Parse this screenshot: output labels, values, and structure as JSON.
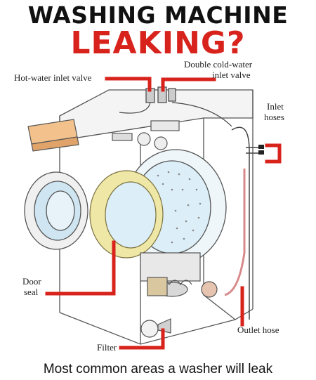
{
  "header": {
    "title_line1": "WASHING MACHINE",
    "title_line2": "LEAKING?"
  },
  "labels": {
    "hot_valve": "Hot-water inlet valve",
    "cold_valve_line1": "Double cold-water",
    "cold_valve_line2": "inlet valve",
    "inlet_hoses_line1": "Inlet",
    "inlet_hoses_line2": "hoses",
    "door_seal_line1": "Door",
    "door_seal_line2": "seal",
    "outlet_hose": "Outlet hose",
    "filter": "Filter"
  },
  "caption": "Most common areas a washer will leak",
  "colors": {
    "accent_red": "#d8231c",
    "title_dark": "#111111",
    "machine_outline": "#555555",
    "drum_blue": "#cfe6f2",
    "seal_cream": "#efe7a6"
  }
}
